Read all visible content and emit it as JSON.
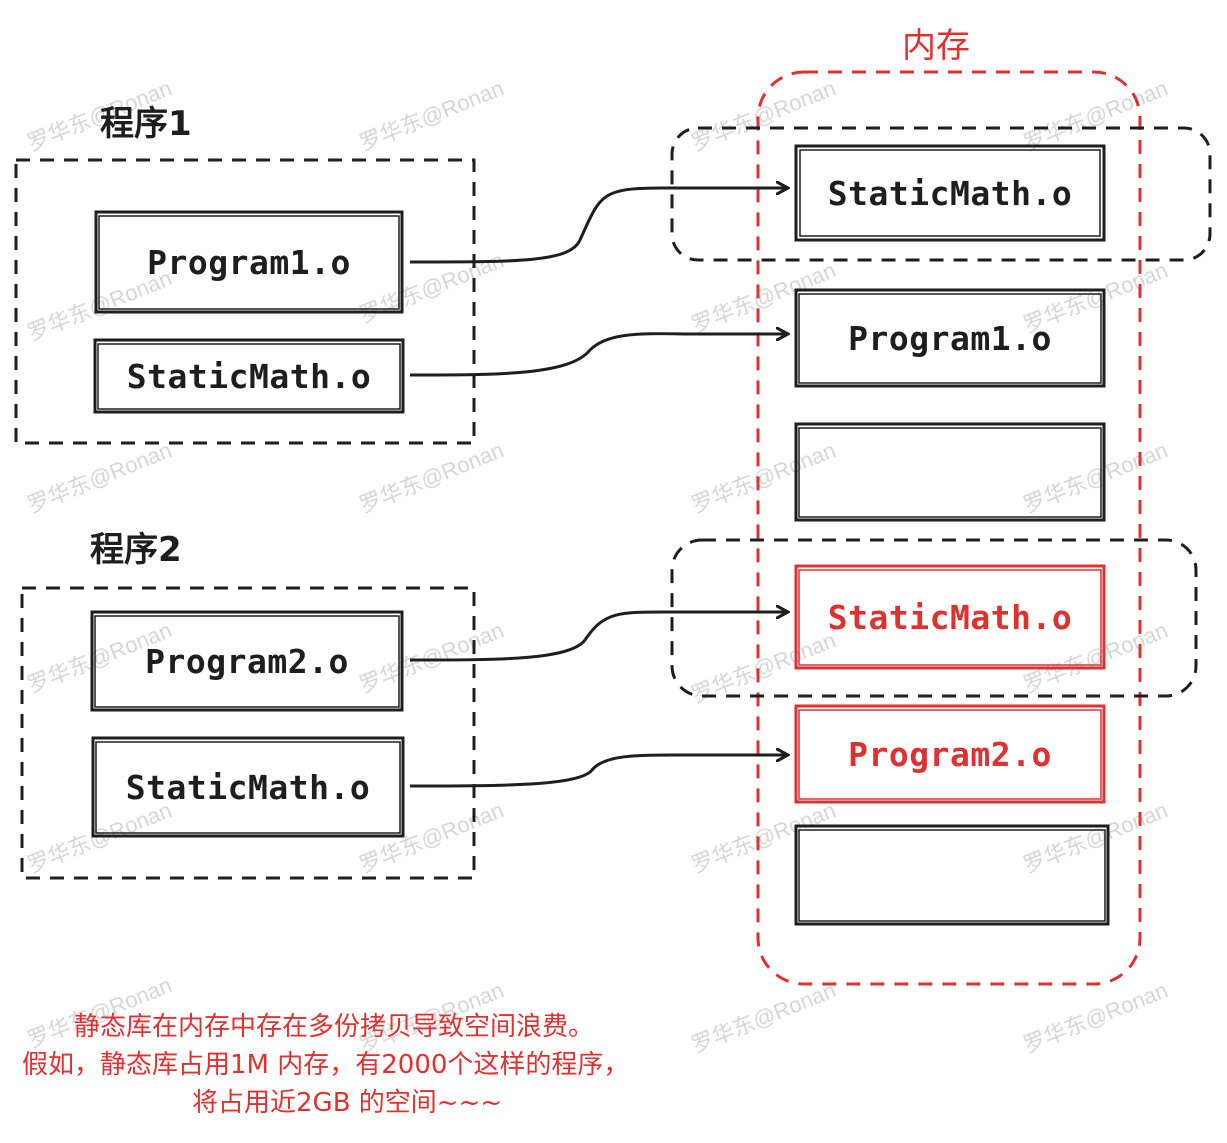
{
  "program1": {
    "label": "程序1",
    "files": [
      "Program1.o",
      "StaticMath.o"
    ]
  },
  "program2": {
    "label": "程序2",
    "files": [
      "Program2.o",
      "StaticMath.o"
    ]
  },
  "memory": {
    "title": "内存",
    "blocks": [
      "StaticMath.o",
      "Program1.o",
      "",
      "StaticMath.o",
      "Program2.o",
      ""
    ]
  },
  "watermark": "罗华东@Ronan",
  "note": {
    "line1": "静态库在内存中存在多份拷贝导致空间浪费。",
    "line2": "假如，静态库占用1M 内存，有2000个这样的程序，",
    "line3": "将占用近2GB 的空间~~~"
  },
  "colors": {
    "ink": "#1e1e1e",
    "accent": "#e03131",
    "watermark": "#d6d6d6"
  }
}
